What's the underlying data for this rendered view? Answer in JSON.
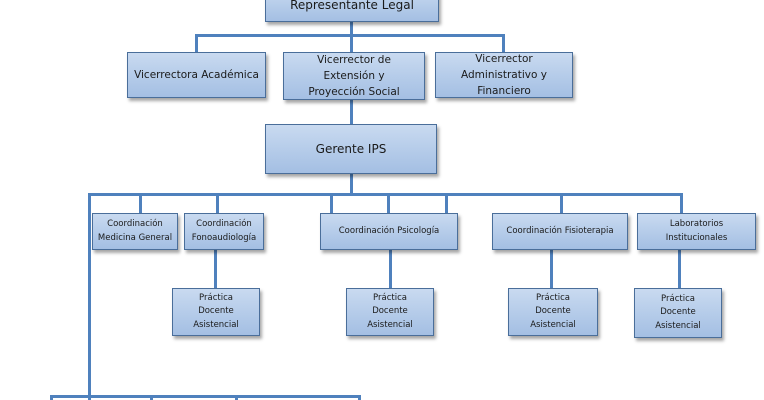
{
  "org_chart": {
    "top": {
      "label": "Representante Legal"
    },
    "vicerrectorias": [
      {
        "label": "Vicerrectora Académica"
      },
      {
        "label": "Vicerrector de Extensión y Proyección Social"
      },
      {
        "label": "Vicerrector Administrativo y Financiero"
      }
    ],
    "gerente": {
      "label": "Gerente IPS"
    },
    "coordinaciones": [
      {
        "label": "Coordinación Medicina General"
      },
      {
        "label": "Coordinación Fonoaudiología"
      },
      {
        "label": "Coordinación Psicología"
      },
      {
        "label": "Coordinación Fisioterapia"
      },
      {
        "label": "Laboratorios Institucionales"
      }
    ],
    "practicas": [
      {
        "label": "Práctica Docente Asistencial"
      },
      {
        "label": "Práctica Docente Asistencial"
      },
      {
        "label": "Práctica Docente Asistencial"
      },
      {
        "label": "Práctica Docente Asistencial"
      }
    ]
  },
  "colors": {
    "line": "#4f81bd",
    "box_fill": "#b4cbe9",
    "box_border": "#4a6e9a"
  }
}
